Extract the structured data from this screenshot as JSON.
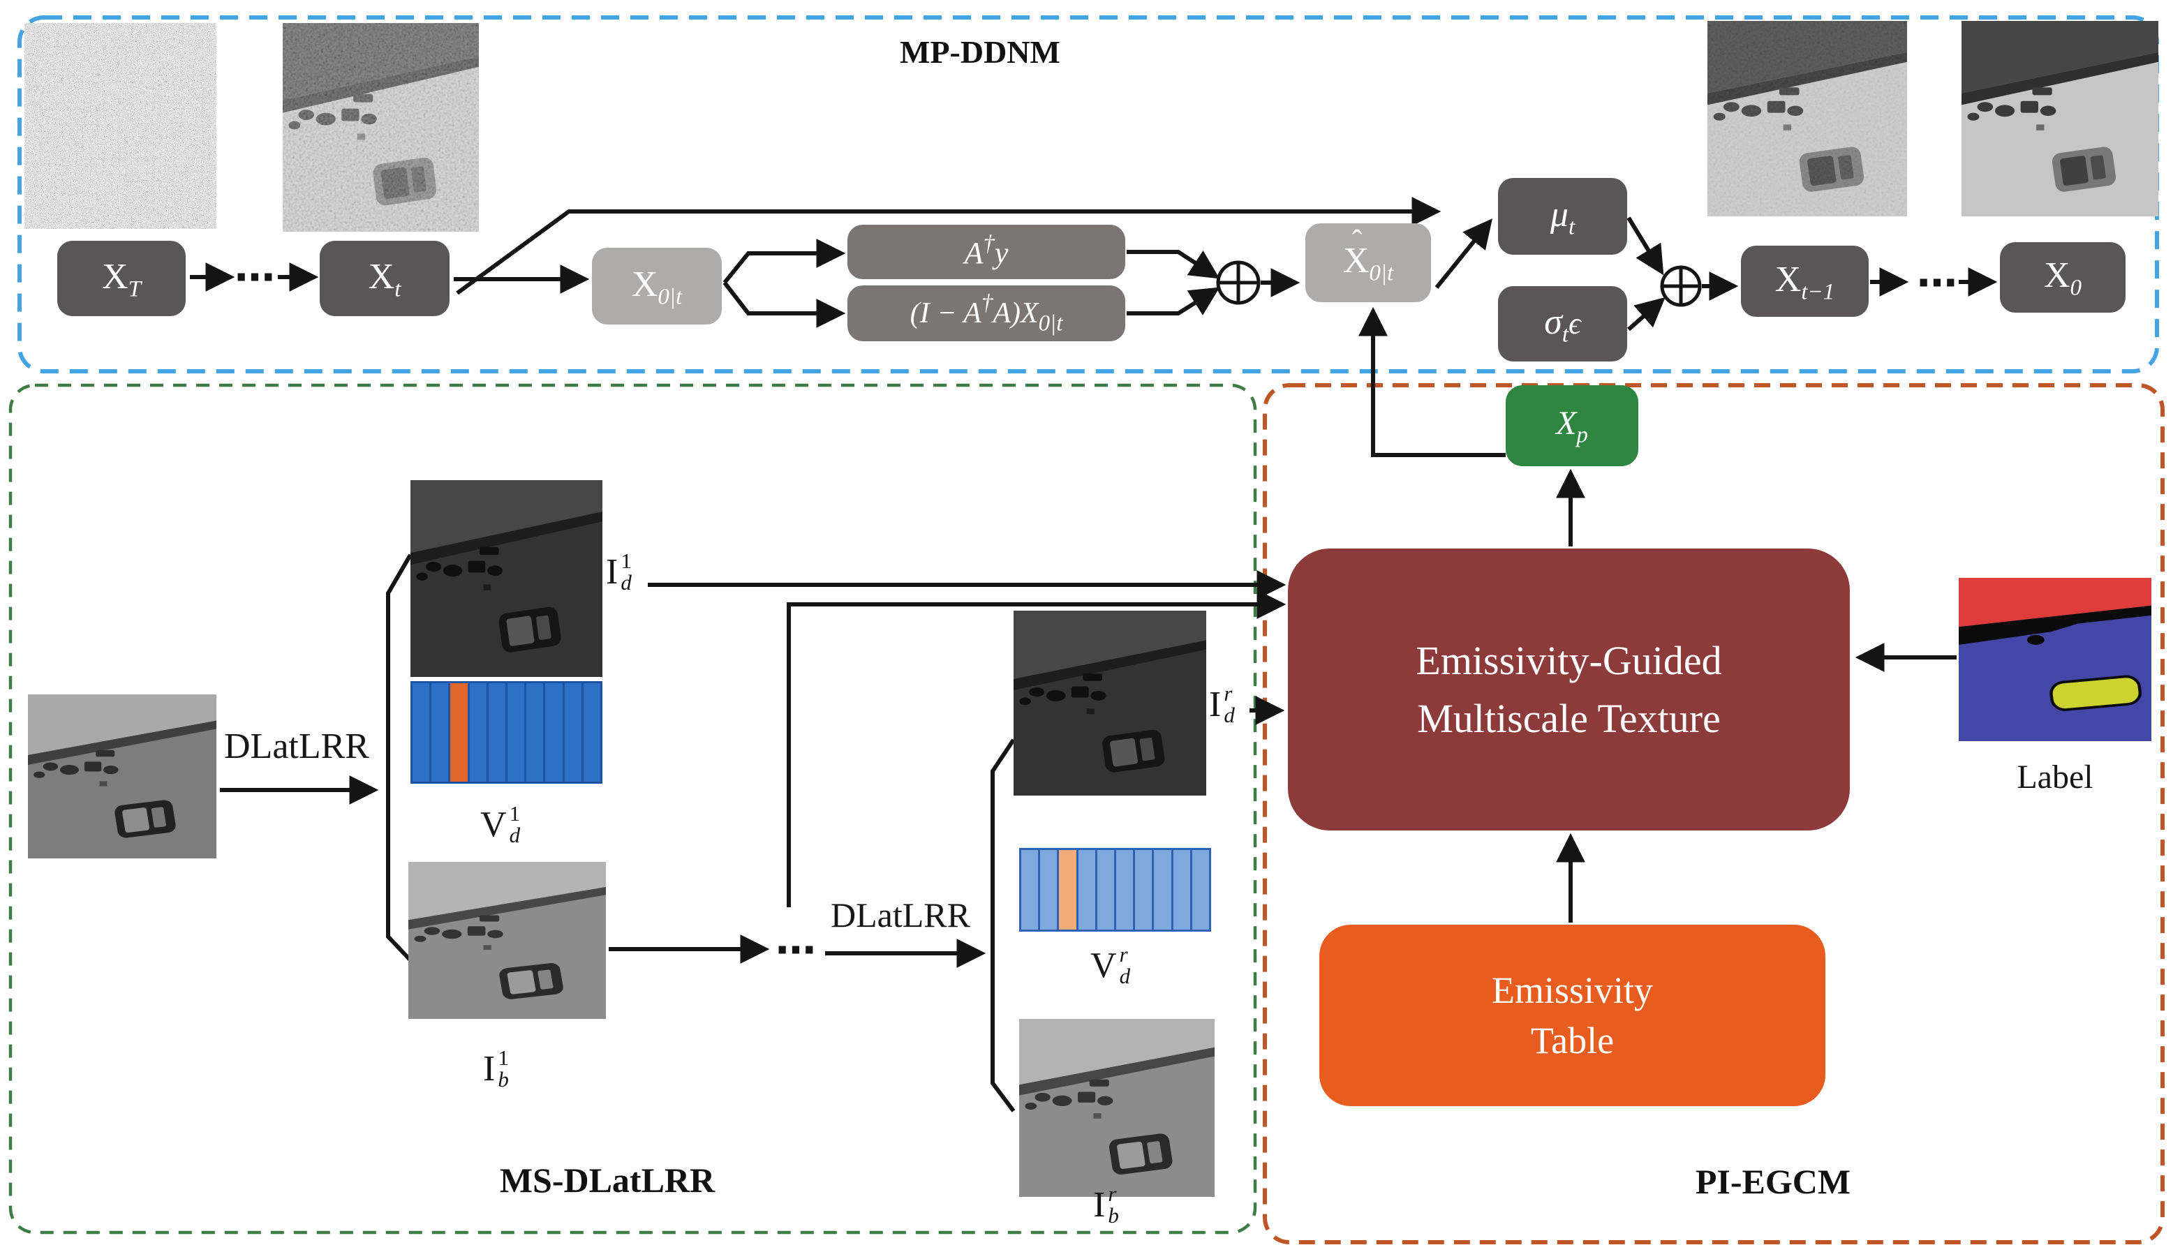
{
  "colors": {
    "blue_border": "#44a3e3",
    "green_border": "#3f7d46",
    "orange_border": "#bf5627",
    "dark_box": "#5a5657",
    "light_box": "#aeabab",
    "mid_box": "#7b7574",
    "green_box": "#2e8540",
    "maroon_box": "#8d3a3b",
    "orange_box": "#e85d1f",
    "label_red": "#e03c3c",
    "label_blue": "#4348a8",
    "label_yellow": "#ccd32e",
    "label_black": "#0b0b0b",
    "arrow": "#141414"
  },
  "mp_ddnm": {
    "title": "MP-DDNM",
    "x_T": {
      "base": "X",
      "sub": "T"
    },
    "dots_left": "⋯",
    "x_t": {
      "base": "X",
      "sub": "t"
    },
    "x_0t": {
      "base": "X",
      "sub": "0|t"
    },
    "a_dag_y": {
      "p1": "A",
      "sup": "†",
      "p2": "y"
    },
    "null_space": {
      "p1": "(I − A",
      "sup": "†",
      "p2": "A)X",
      "sub": "0|t"
    },
    "x_hat": {
      "hat": "ˆ",
      "base": "X",
      "sub": "0|t"
    },
    "mu": {
      "base": "μ",
      "sub": "t"
    },
    "sigma": {
      "base": "σ",
      "sub": "t",
      "tail": "ϵ"
    },
    "x_tm1": {
      "base": "X",
      "sub": "t−1"
    },
    "dots_right": "⋯",
    "x_0": {
      "base": "X",
      "sub": "0"
    }
  },
  "ms_dlatlrr": {
    "title": "MS-DLatLRR",
    "dlatlrr_1": "DLatLRR",
    "dlatlrr_2": "DLatLRR",
    "dots_mid": "⋯",
    "i_d1": {
      "base": "I",
      "sup": "1",
      "sub": "d"
    },
    "v_d1": {
      "base": "V",
      "sup": "1",
      "sub": "d"
    },
    "i_b1": {
      "base": "I",
      "sup": "1",
      "sub": "b"
    },
    "i_dr": {
      "base": "I",
      "sup": "r",
      "sub": "d"
    },
    "v_dr": {
      "base": "V",
      "sup": "r",
      "sub": "d"
    },
    "i_br": {
      "base": "I",
      "sup": "r",
      "sub": "b"
    },
    "bar1": {
      "stripes": 10,
      "highlight_index": 2,
      "fill": "#2d70c5",
      "divider": "#1c54a2",
      "highlight": "#e0662a"
    },
    "bar2": {
      "stripes": 10,
      "highlight_index": 2,
      "fill": "#7fa8dc",
      "divider": "#2f62b5",
      "highlight": "#f5ab79"
    }
  },
  "pi_egcm": {
    "title": "PI-EGCM",
    "x_p": {
      "base": "X",
      "sub": "p"
    },
    "egmt_line1": "Emissivity-Guided",
    "egmt_line2": "Multiscale Texture",
    "table_line1": "Emissivity",
    "table_line2": "Table",
    "label_caption": "Label"
  }
}
